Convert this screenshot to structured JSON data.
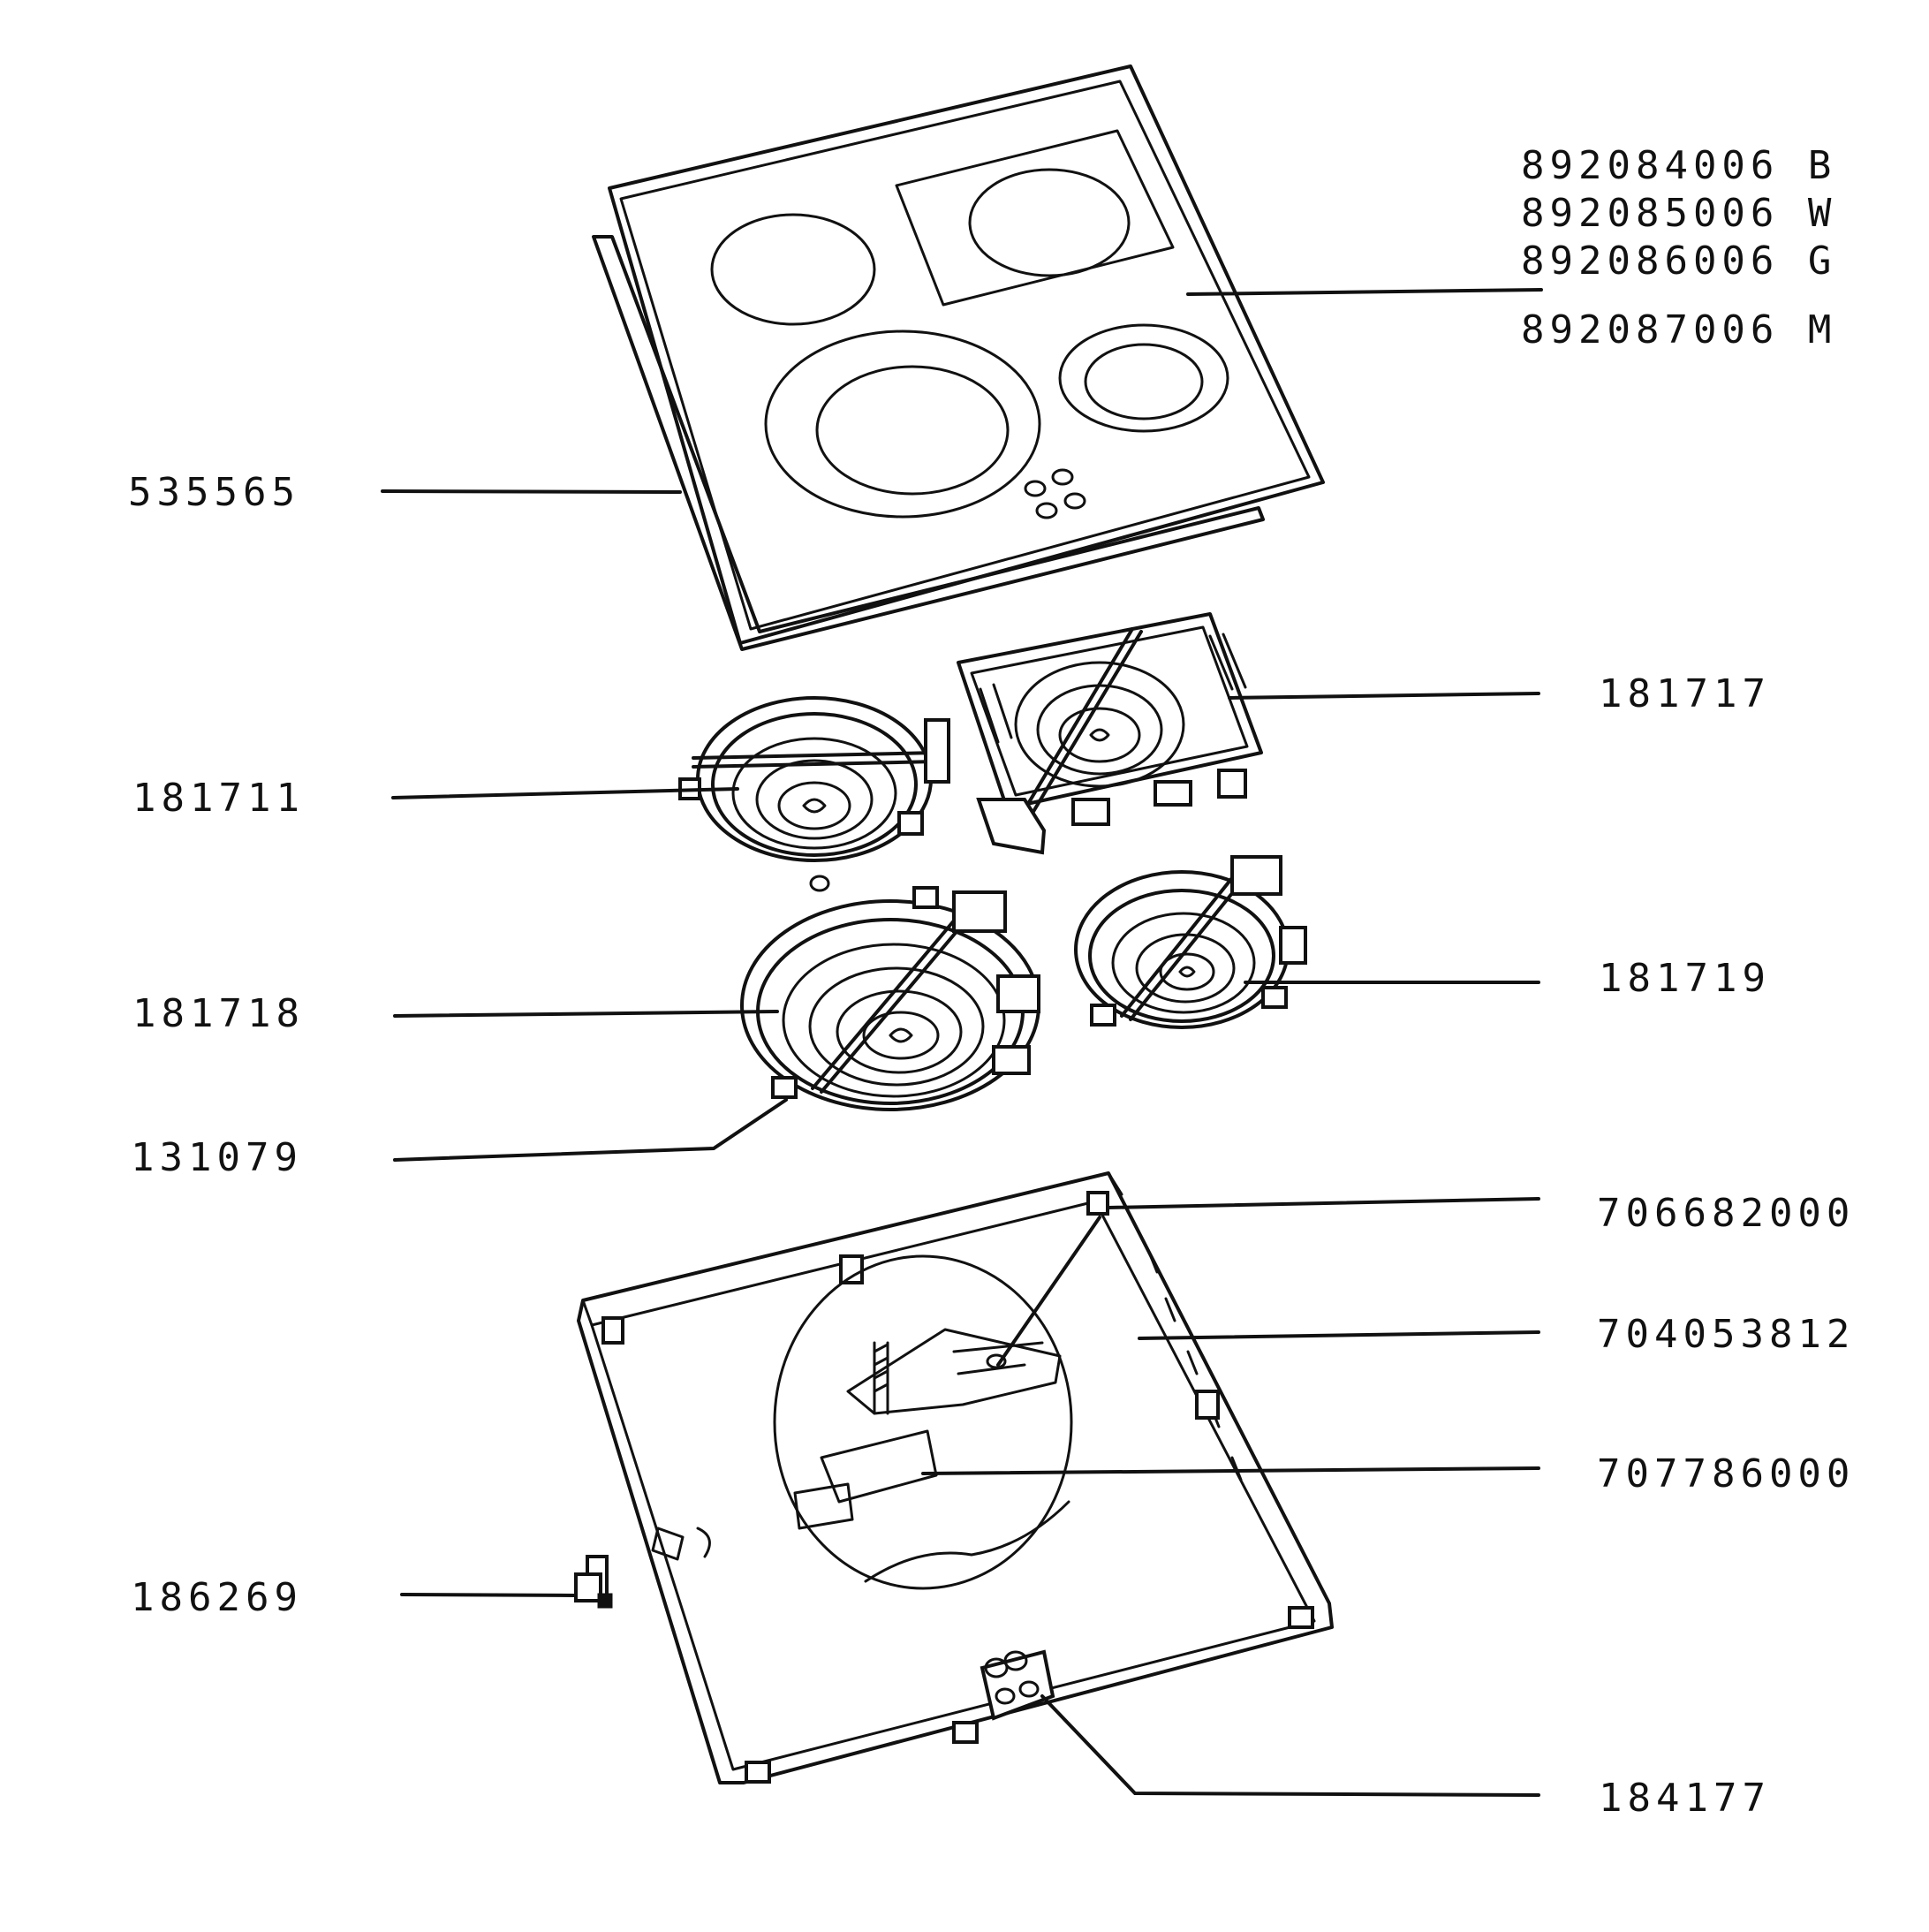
{
  "labels": {
    "glass_top_b": "892084006 B",
    "glass_top_w": "892085006 W",
    "glass_top_g": "892086006 G",
    "glass_top_m": "892087006 M",
    "seal": "535565",
    "heater_small_rear_left": "181711",
    "heater_rect_rear_right": "181717",
    "heater_large_front_left": "181718",
    "heater_small_front_right": "181719",
    "clip": "131079",
    "fixing_clip": "706682000",
    "tray": "704053812",
    "bracket": "707786000",
    "limiter": "186269",
    "terminal_block": "184177"
  },
  "colors": {
    "line": "#111111",
    "background": "#ffffff"
  }
}
